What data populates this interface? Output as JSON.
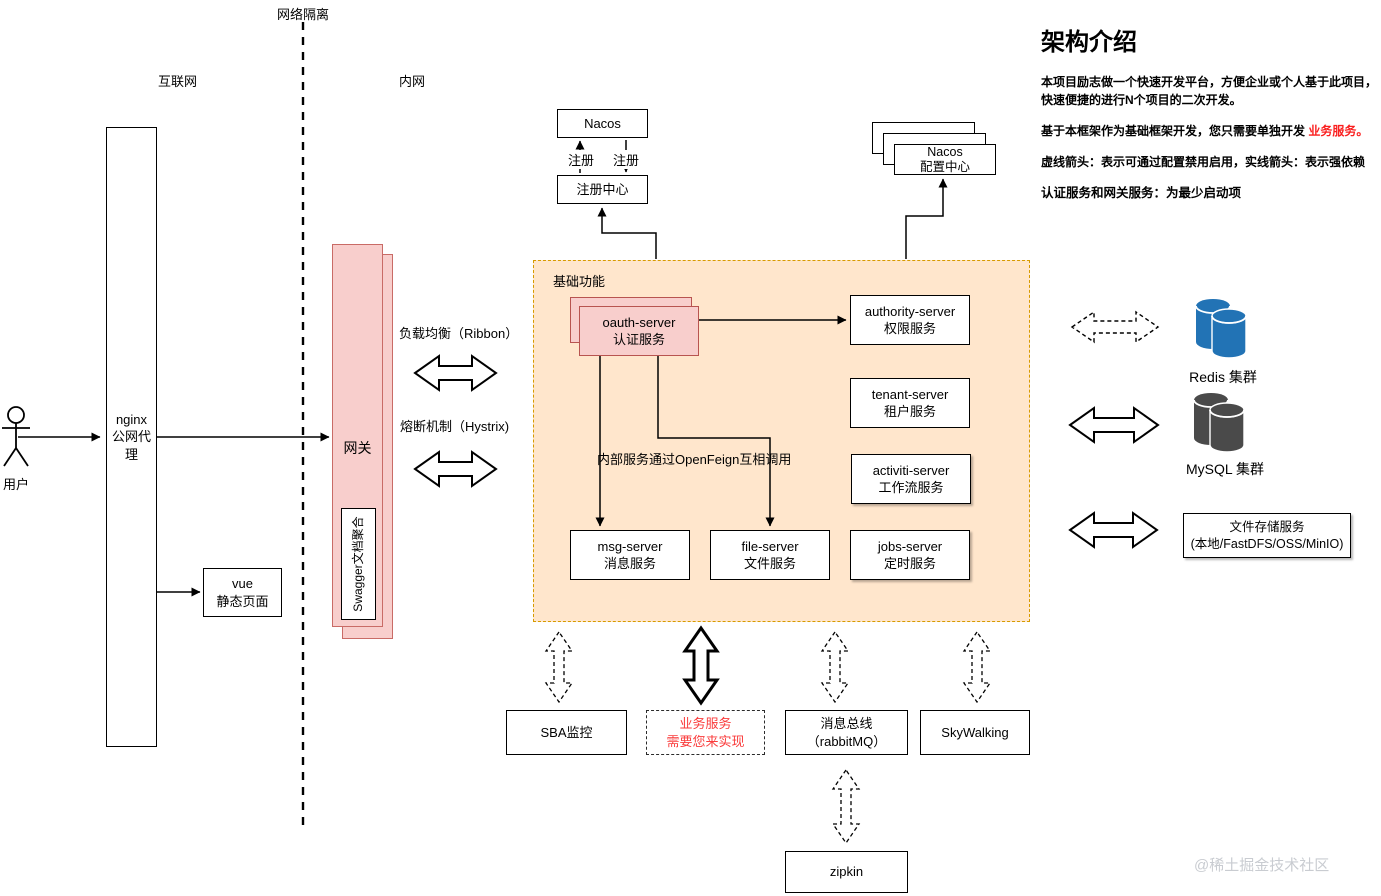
{
  "intro": {
    "title": "架构介绍",
    "p1": "本项目励志做一个快速开发平台，方便企业或个人基于此项目，快速便捷的进行N个项目的二次开发。",
    "p2_prefix": "基于本框架作为基础框架开发，您只需要单独开发 ",
    "p2_highlight": "业务服务。",
    "p3": "虚线箭头：表示可通过配置禁用启用，实线箭头：表示强依赖",
    "p4": "认证服务和网关服务：为最少启动项"
  },
  "zones": {
    "network_isolation": "网络隔离",
    "internet": "互联网",
    "intranet": "内网",
    "base_area": "基础功能"
  },
  "labels": {
    "user": "用户",
    "register_left": "注册",
    "register_right": "注册",
    "ribbon": "负载均衡（Ribbon）",
    "hystrix": "熔断机制（Hystrix)",
    "openfeign": "内部服务通过OpenFeign互相调用",
    "redis_cluster": "Redis 集群",
    "mysql_cluster": "MySQL 集群"
  },
  "nodes": {
    "nacos": {
      "label": "Nacos"
    },
    "registry": {
      "label": "注册中心"
    },
    "nacos_config": {
      "line1": "Nacos",
      "line2": "配置中心"
    },
    "nginx": {
      "line1": "nginx",
      "line2": "公网代理"
    },
    "vue": {
      "line1": "vue",
      "line2": "静态页面"
    },
    "gateway": {
      "label": "网关",
      "swagger": "Swagger文档聚合"
    },
    "oauth": {
      "line1": "oauth-server",
      "line2": "认证服务"
    },
    "authority": {
      "line1": "authority-server",
      "line2": "权限服务"
    },
    "tenant": {
      "line1": "tenant-server",
      "line2": "租户服务"
    },
    "activiti": {
      "line1": "activiti-server",
      "line2": "工作流服务"
    },
    "jobs": {
      "line1": "jobs-server",
      "line2": "定时服务"
    },
    "msg": {
      "line1": "msg-server",
      "line2": "消息服务"
    },
    "file": {
      "line1": "file-server",
      "line2": "文件服务"
    },
    "storage": {
      "line1": "文件存储服务",
      "line2": "(本地/FastDFS/OSS/MinIO)"
    },
    "sba": {
      "label": "SBA监控"
    },
    "biz": {
      "line1": "业务服务",
      "line2": "需要您来实现"
    },
    "mq": {
      "line1": "消息总线",
      "line2": "（rabbitMQ）"
    },
    "skywalking": {
      "label": "SkyWalking"
    },
    "zipkin": {
      "label": "zipkin"
    }
  },
  "watermark": "@稀土掘金技术社区",
  "colors": {
    "pink_fill": "#f8cecc",
    "pink_border": "#b85450",
    "orange_fill": "#ffe6cc",
    "orange_border": "#d79b00",
    "highlight_red": "#fa1f1f",
    "biz_text_red": "#fa3b3b",
    "redis_blue": "#2273b5",
    "mysql_gray": "#4a4a4a",
    "watermark_gray": "#c9ccd1"
  }
}
